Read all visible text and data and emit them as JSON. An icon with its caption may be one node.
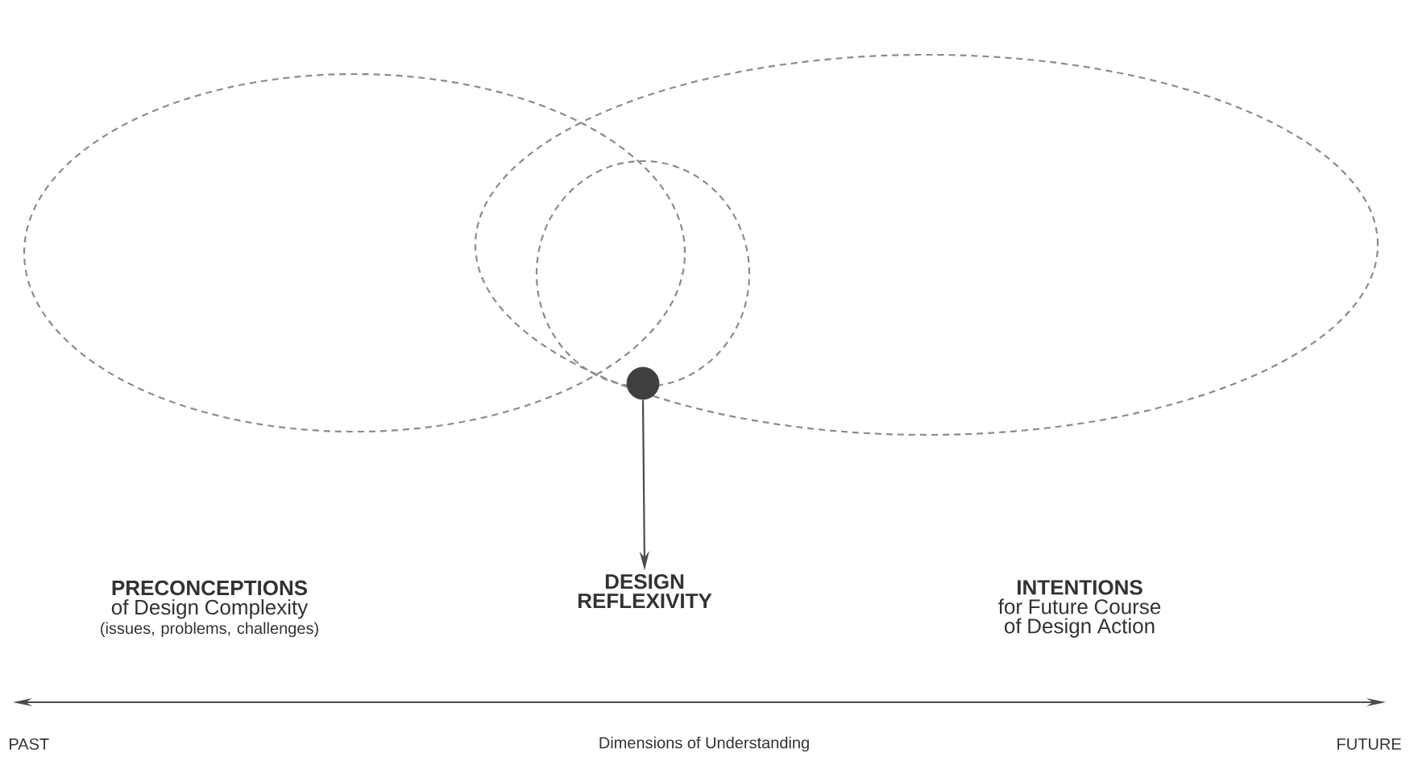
{
  "diagram": {
    "nodes": [
      {
        "text": [],
        "shape": "ellipse"
      },
      {
        "text": [],
        "shape": "ellipse"
      },
      {
        "text": [],
        "shape": "circle",
        "in": 1
      },
      {
        "text": [],
        "shape": "dot",
        "in": 1
      },
      {
        "text": [
          "PRECONCEPTIONS",
          "of Design Complexity",
          "(issues, problems, challenges)"
        ]
      },
      {
        "text": [
          "DESIGN REFLEXIVITY"
        ]
      },
      {
        "text": [
          "INTENTIONS",
          "for Future Course of Design Action"
        ]
      }
    ],
    "edges": [
      {
        "from": 3,
        "to": 5,
        "arrow": "to"
      }
    ],
    "labels": [
      "PAST",
      "Dimensions of Understanding",
      "FUTURE"
    ]
  }
}
